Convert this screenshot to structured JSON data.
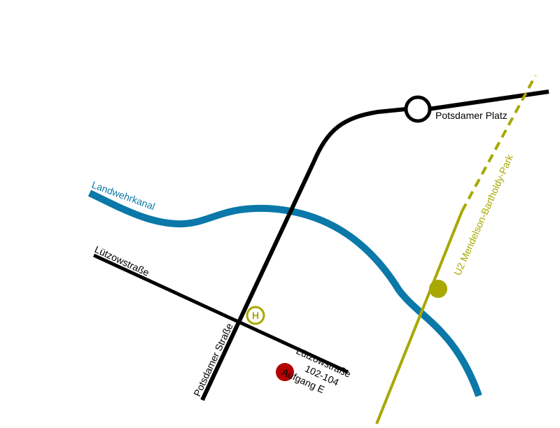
{
  "map": {
    "colors": {
      "road": "#000000",
      "canal": "#0a78a8",
      "u_bahn": "#a8a800",
      "destination": "#b40000",
      "background": "#ffffff"
    },
    "labels": {
      "potsdamer_platz": "Potsdamer Platz",
      "landwehrkanal": "Landwehrkanal",
      "luetzowstrasse_street": "Lützowstraße",
      "potsdamer_strasse": "Potsdamer Straße",
      "u2_line": "U2 Mendelson-Bartholdy-Park",
      "bus_stop_symbol": "H",
      "address_line1": "Lützowstraße",
      "address_line2": "102-104",
      "address_line3": "Aufgang E"
    },
    "icons": {
      "station": "station-ring-icon",
      "bus_stop": "bus-stop-icon",
      "u_bahn_station": "u-bahn-station-icon",
      "destination": "destination-marker-icon"
    }
  }
}
